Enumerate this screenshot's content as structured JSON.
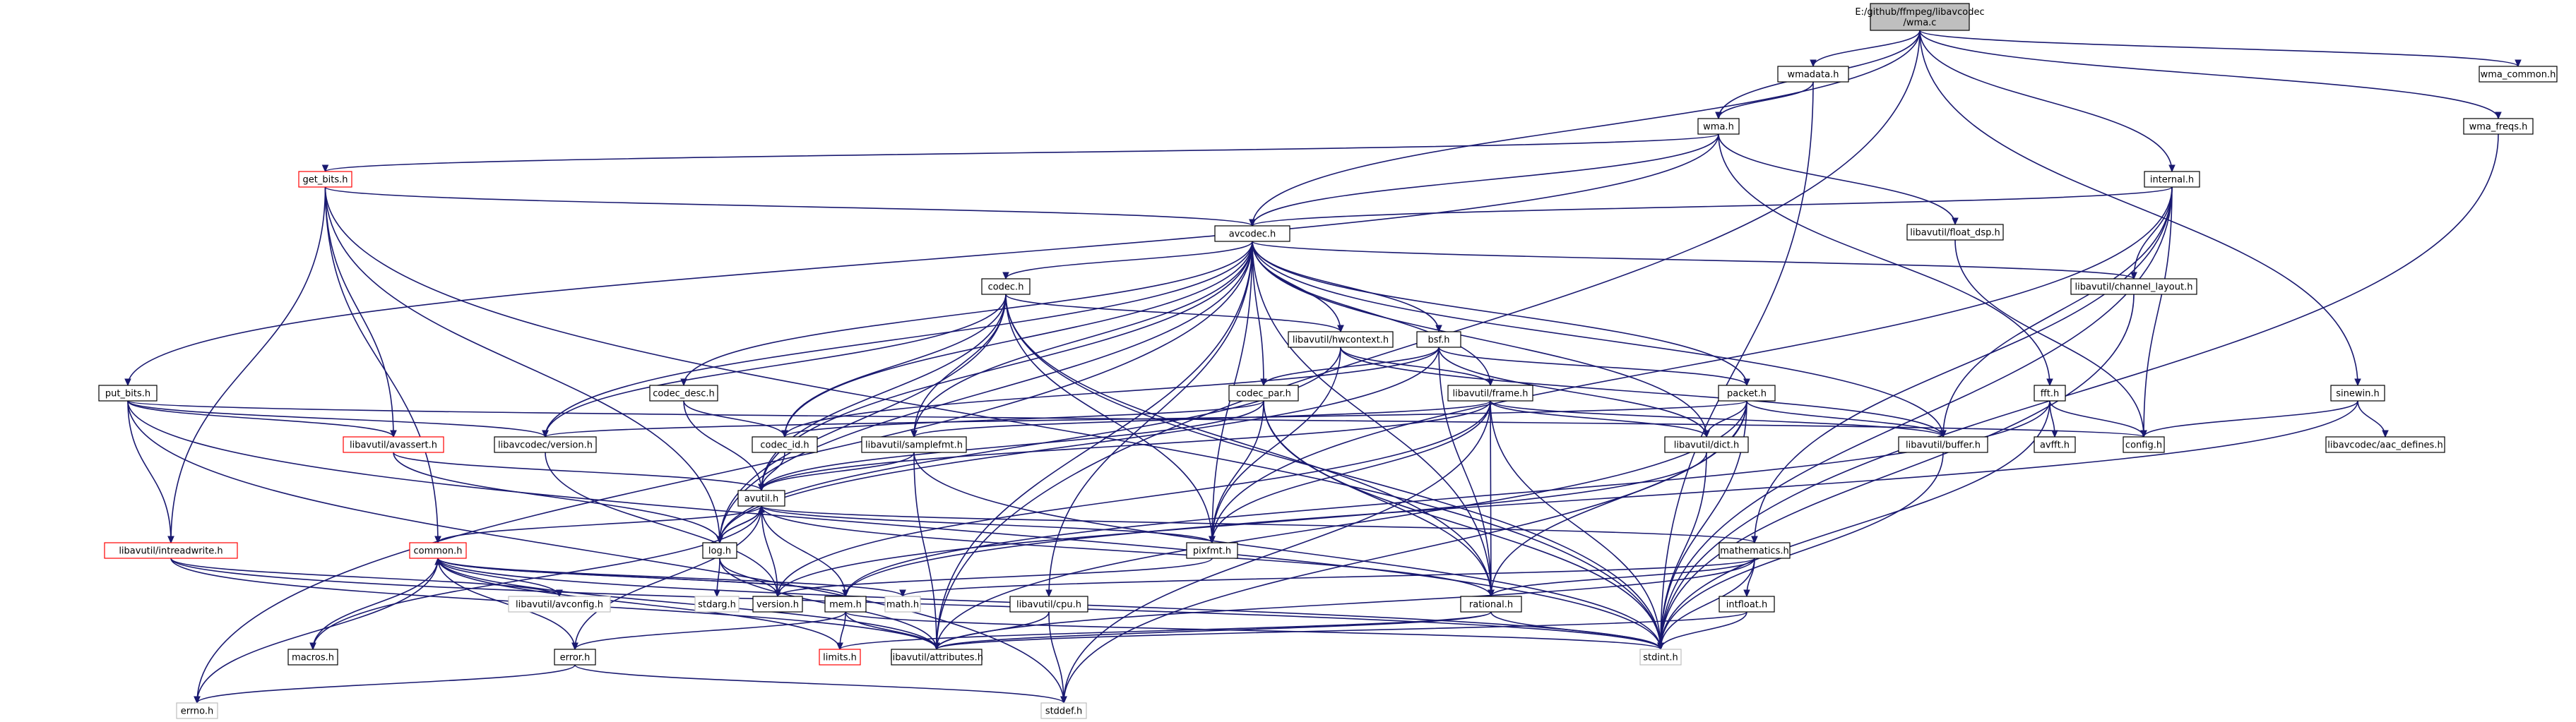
{
  "graph": {
    "colors": {
      "edge": "#191970",
      "root_fill": "#bfbfbf",
      "node_border": "#000000",
      "missing_border": "#ff0000",
      "system_border": "#bfbfbf"
    },
    "nodes": [
      {
        "id": "root",
        "label": [
          "E:/github/ffmpeg/libavcodec",
          "/wma.c"
        ],
        "kind": "root"
      },
      {
        "id": "wmadata",
        "label": [
          "wmadata.h"
        ],
        "kind": "normal"
      },
      {
        "id": "wma_common",
        "label": [
          "wma_common.h"
        ],
        "kind": "normal"
      },
      {
        "id": "wma",
        "label": [
          "wma.h"
        ],
        "kind": "normal"
      },
      {
        "id": "wma_freqs",
        "label": [
          "wma_freqs.h"
        ],
        "kind": "normal"
      },
      {
        "id": "get_bits",
        "label": [
          "get_bits.h"
        ],
        "kind": "missing"
      },
      {
        "id": "internal",
        "label": [
          "internal.h"
        ],
        "kind": "normal"
      },
      {
        "id": "avcodec",
        "label": [
          "avcodec.h"
        ],
        "kind": "normal"
      },
      {
        "id": "float_dsp",
        "label": [
          "libavutil/float_dsp.h"
        ],
        "kind": "normal"
      },
      {
        "id": "codec",
        "label": [
          "codec.h"
        ],
        "kind": "normal"
      },
      {
        "id": "channel_layout",
        "label": [
          "libavutil/channel_layout.h"
        ],
        "kind": "normal"
      },
      {
        "id": "hwcontext",
        "label": [
          "libavutil/hwcontext.h"
        ],
        "kind": "normal"
      },
      {
        "id": "bsf",
        "label": [
          "bsf.h"
        ],
        "kind": "normal"
      },
      {
        "id": "put_bits",
        "label": [
          "put_bits.h"
        ],
        "kind": "normal"
      },
      {
        "id": "codec_desc",
        "label": [
          "codec_desc.h"
        ],
        "kind": "normal"
      },
      {
        "id": "codec_par",
        "label": [
          "codec_par.h"
        ],
        "kind": "normal"
      },
      {
        "id": "frame",
        "label": [
          "libavutil/frame.h"
        ],
        "kind": "normal"
      },
      {
        "id": "packet",
        "label": [
          "packet.h"
        ],
        "kind": "normal"
      },
      {
        "id": "fft",
        "label": [
          "fft.h"
        ],
        "kind": "normal"
      },
      {
        "id": "sinewin",
        "label": [
          "sinewin.h"
        ],
        "kind": "normal"
      },
      {
        "id": "avassert",
        "label": [
          "libavutil/avassert.h"
        ],
        "kind": "missing"
      },
      {
        "id": "version_c",
        "label": [
          "libavcodec/version.h"
        ],
        "kind": "normal"
      },
      {
        "id": "codec_id",
        "label": [
          "codec_id.h"
        ],
        "kind": "normal"
      },
      {
        "id": "samplefmt",
        "label": [
          "libavutil/samplefmt.h"
        ],
        "kind": "normal"
      },
      {
        "id": "dict",
        "label": [
          "libavutil/dict.h"
        ],
        "kind": "normal"
      },
      {
        "id": "buffer",
        "label": [
          "libavutil/buffer.h"
        ],
        "kind": "normal"
      },
      {
        "id": "avfft",
        "label": [
          "avfft.h"
        ],
        "kind": "normal"
      },
      {
        "id": "config",
        "label": [
          "config.h"
        ],
        "kind": "normal"
      },
      {
        "id": "aac_defines",
        "label": [
          "libavcodec/aac_defines.h"
        ],
        "kind": "normal"
      },
      {
        "id": "avutil",
        "label": [
          "avutil.h"
        ],
        "kind": "normal"
      },
      {
        "id": "intreadwrite",
        "label": [
          "libavutil/intreadwrite.h"
        ],
        "kind": "missing"
      },
      {
        "id": "common",
        "label": [
          "common.h"
        ],
        "kind": "missing"
      },
      {
        "id": "log",
        "label": [
          "log.h"
        ],
        "kind": "normal"
      },
      {
        "id": "pixfmt",
        "label": [
          "pixfmt.h"
        ],
        "kind": "normal"
      },
      {
        "id": "mathematics",
        "label": [
          "mathematics.h"
        ],
        "kind": "normal"
      },
      {
        "id": "avconfig",
        "label": [
          "libavutil/avconfig.h"
        ],
        "kind": "system"
      },
      {
        "id": "stdarg",
        "label": [
          "stdarg.h"
        ],
        "kind": "system"
      },
      {
        "id": "version",
        "label": [
          "version.h"
        ],
        "kind": "normal"
      },
      {
        "id": "mem",
        "label": [
          "mem.h"
        ],
        "kind": "normal"
      },
      {
        "id": "math",
        "label": [
          "math.h"
        ],
        "kind": "system"
      },
      {
        "id": "cpu",
        "label": [
          "libavutil/cpu.h"
        ],
        "kind": "normal"
      },
      {
        "id": "rational",
        "label": [
          "rational.h"
        ],
        "kind": "normal"
      },
      {
        "id": "intfloat",
        "label": [
          "intfloat.h"
        ],
        "kind": "normal"
      },
      {
        "id": "macros",
        "label": [
          "macros.h"
        ],
        "kind": "normal"
      },
      {
        "id": "error",
        "label": [
          "error.h"
        ],
        "kind": "normal"
      },
      {
        "id": "limits",
        "label": [
          "limits.h"
        ],
        "kind": "missing"
      },
      {
        "id": "attributes",
        "label": [
          "libavutil/attributes.h"
        ],
        "kind": "normal"
      },
      {
        "id": "stdint",
        "label": [
          "stdint.h"
        ],
        "kind": "system"
      },
      {
        "id": "errno",
        "label": [
          "errno.h"
        ],
        "kind": "system"
      },
      {
        "id": "stddef",
        "label": [
          "stddef.h"
        ],
        "kind": "system"
      }
    ],
    "edges": [
      [
        "root",
        "wmadata"
      ],
      [
        "root",
        "wma_common"
      ],
      [
        "root",
        "wma"
      ],
      [
        "root",
        "wma_freqs"
      ],
      [
        "root",
        "internal"
      ],
      [
        "root",
        "avcodec"
      ],
      [
        "root",
        "sinewin"
      ],
      [
        "root",
        "attributes"
      ],
      [
        "wmadata",
        "wma"
      ],
      [
        "wmadata",
        "stdint"
      ],
      [
        "wma",
        "get_bits"
      ],
      [
        "wma",
        "avcodec"
      ],
      [
        "wma",
        "float_dsp"
      ],
      [
        "wma",
        "put_bits"
      ],
      [
        "wma",
        "fft"
      ],
      [
        "wma_freqs",
        "stdint"
      ],
      [
        "get_bits",
        "avcodec"
      ],
      [
        "get_bits",
        "common"
      ],
      [
        "get_bits",
        "intreadwrite"
      ],
      [
        "get_bits",
        "avassert"
      ],
      [
        "get_bits",
        "log"
      ],
      [
        "get_bits",
        "stdint"
      ],
      [
        "internal",
        "avcodec"
      ],
      [
        "internal",
        "channel_layout"
      ],
      [
        "internal",
        "buffer"
      ],
      [
        "internal",
        "config"
      ],
      [
        "internal",
        "pixfmt"
      ],
      [
        "internal",
        "mathematics"
      ],
      [
        "internal",
        "stdint"
      ],
      [
        "float_dsp",
        "config"
      ],
      [
        "channel_layout",
        "stdint"
      ],
      [
        "avcodec",
        "codec"
      ],
      [
        "avcodec",
        "channel_layout"
      ],
      [
        "avcodec",
        "hwcontext"
      ],
      [
        "avcodec",
        "bsf"
      ],
      [
        "avcodec",
        "codec_desc"
      ],
      [
        "avcodec",
        "codec_par"
      ],
      [
        "avcodec",
        "frame"
      ],
      [
        "avcodec",
        "packet"
      ],
      [
        "avcodec",
        "version_c"
      ],
      [
        "avcodec",
        "codec_id"
      ],
      [
        "avcodec",
        "samplefmt"
      ],
      [
        "avcodec",
        "dict"
      ],
      [
        "avcodec",
        "buffer"
      ],
      [
        "avcodec",
        "avutil"
      ],
      [
        "avcodec",
        "log"
      ],
      [
        "avcodec",
        "pixfmt"
      ],
      [
        "avcodec",
        "rational"
      ],
      [
        "avcodec",
        "attributes"
      ],
      [
        "avcodec",
        "errno"
      ],
      [
        "avcodec",
        "cpu"
      ],
      [
        "codec",
        "hwcontext"
      ],
      [
        "codec",
        "version_c"
      ],
      [
        "codec",
        "codec_id"
      ],
      [
        "codec",
        "samplefmt"
      ],
      [
        "codec",
        "avutil"
      ],
      [
        "codec",
        "log"
      ],
      [
        "codec",
        "pixfmt"
      ],
      [
        "codec",
        "rational"
      ],
      [
        "codec",
        "stdint"
      ],
      [
        "hwcontext",
        "frame"
      ],
      [
        "hwcontext",
        "buffer"
      ],
      [
        "hwcontext",
        "pixfmt"
      ],
      [
        "hwcontext",
        "log"
      ],
      [
        "bsf",
        "codec_par"
      ],
      [
        "bsf",
        "packet"
      ],
      [
        "bsf",
        "codec_id"
      ],
      [
        "bsf",
        "dict"
      ],
      [
        "bsf",
        "log"
      ],
      [
        "bsf",
        "rational"
      ],
      [
        "put_bits",
        "avassert"
      ],
      [
        "put_bits",
        "intreadwrite"
      ],
      [
        "put_bits",
        "version_c"
      ],
      [
        "put_bits",
        "config"
      ],
      [
        "put_bits",
        "stdint"
      ],
      [
        "put_bits",
        "stddef"
      ],
      [
        "codec_desc",
        "codec_id"
      ],
      [
        "codec_desc",
        "avutil"
      ],
      [
        "codec_par",
        "codec_id"
      ],
      [
        "codec_par",
        "avutil"
      ],
      [
        "codec_par",
        "pixfmt"
      ],
      [
        "codec_par",
        "rational"
      ],
      [
        "codec_par",
        "stdint"
      ],
      [
        "frame",
        "avutil"
      ],
      [
        "frame",
        "buffer"
      ],
      [
        "frame",
        "dict"
      ],
      [
        "frame",
        "pixfmt"
      ],
      [
        "frame",
        "rational"
      ],
      [
        "frame",
        "samplefmt"
      ],
      [
        "frame",
        "version"
      ],
      [
        "frame",
        "stdint"
      ],
      [
        "frame",
        "stddef"
      ],
      [
        "packet",
        "buffer"
      ],
      [
        "packet",
        "dict"
      ],
      [
        "packet",
        "rational"
      ],
      [
        "packet",
        "version_c"
      ],
      [
        "packet",
        "attributes"
      ],
      [
        "packet",
        "stdint"
      ],
      [
        "packet",
        "stddef"
      ],
      [
        "fft",
        "config"
      ],
      [
        "fft",
        "avfft"
      ],
      [
        "fft",
        "stdint"
      ],
      [
        "fft",
        "mem"
      ],
      [
        "sinewin",
        "config"
      ],
      [
        "sinewin",
        "aac_defines"
      ],
      [
        "sinewin",
        "mem"
      ],
      [
        "avassert",
        "avutil"
      ],
      [
        "avassert",
        "log"
      ],
      [
        "version_c",
        "version"
      ],
      [
        "codec_id",
        "avutil"
      ],
      [
        "samplefmt",
        "avutil"
      ],
      [
        "samplefmt",
        "attributes"
      ],
      [
        "samplefmt",
        "stdint"
      ],
      [
        "dict",
        "version"
      ],
      [
        "dict",
        "stdint"
      ],
      [
        "buffer",
        "stdint"
      ],
      [
        "avutil",
        "common"
      ],
      [
        "avutil",
        "log"
      ],
      [
        "avutil",
        "pixfmt"
      ],
      [
        "avutil",
        "mathematics"
      ],
      [
        "avutil",
        "version"
      ],
      [
        "avutil",
        "rational"
      ],
      [
        "avutil",
        "macros"
      ],
      [
        "avutil",
        "error"
      ],
      [
        "intreadwrite",
        "avconfig"
      ],
      [
        "intreadwrite",
        "attributes"
      ],
      [
        "intreadwrite",
        "stdint"
      ],
      [
        "common",
        "avconfig"
      ],
      [
        "common",
        "mem"
      ],
      [
        "common",
        "macros"
      ],
      [
        "common",
        "error"
      ],
      [
        "common",
        "attributes"
      ],
      [
        "common",
        "math"
      ],
      [
        "common",
        "limits"
      ],
      [
        "common",
        "stdint"
      ],
      [
        "common",
        "errno"
      ],
      [
        "log",
        "avutil"
      ],
      [
        "log",
        "stdarg"
      ],
      [
        "log",
        "version"
      ],
      [
        "log",
        "attributes"
      ],
      [
        "pixfmt",
        "version"
      ],
      [
        "mathematics",
        "math"
      ],
      [
        "mathematics",
        "rational"
      ],
      [
        "mathematics",
        "intfloat"
      ],
      [
        "mathematics",
        "attributes"
      ],
      [
        "mathematics",
        "stdint"
      ],
      [
        "mem",
        "avutil"
      ],
      [
        "mem",
        "common"
      ],
      [
        "mem",
        "attributes"
      ],
      [
        "mem",
        "limits"
      ],
      [
        "mem",
        "error"
      ],
      [
        "mem",
        "stdint"
      ],
      [
        "cpu",
        "attributes"
      ],
      [
        "cpu",
        "stddef"
      ],
      [
        "rational",
        "attributes"
      ],
      [
        "rational",
        "limits"
      ],
      [
        "rational",
        "stdint"
      ],
      [
        "intfloat",
        "attributes"
      ],
      [
        "intfloat",
        "stdint"
      ],
      [
        "error",
        "errno"
      ],
      [
        "error",
        "stddef"
      ]
    ]
  }
}
